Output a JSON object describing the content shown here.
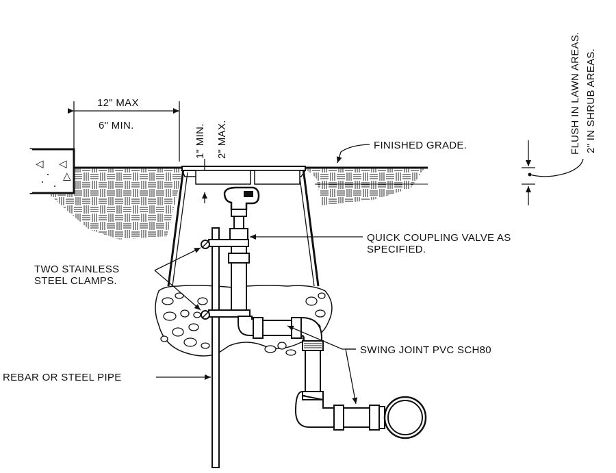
{
  "colors": {
    "ink": "#111111",
    "paper": "#ffffff",
    "hatch": "#333333"
  },
  "dims": {
    "max_offset": "12\" MAX",
    "min_offset": "6\" MIN.",
    "min_depth": "1\" MIN.",
    "max_depth": "2\" MAX.",
    "flush_lawn": "FLUSH IN LAWN AREAS.",
    "shrub": "2\" IN SHRUB AREAS."
  },
  "callouts": {
    "finished_grade": "FINISHED GRADE.",
    "qcv_line1": "QUICK COUPLING VALVE AS",
    "qcv_line2": "SPECIFIED.",
    "clamps_line1": "TWO STAINLESS",
    "clamps_line2": "STEEL CLAMPS.",
    "swing_joint": "SWING JOINT PVC SCH80",
    "rebar": "REBAR OR STEEL PIPE"
  }
}
